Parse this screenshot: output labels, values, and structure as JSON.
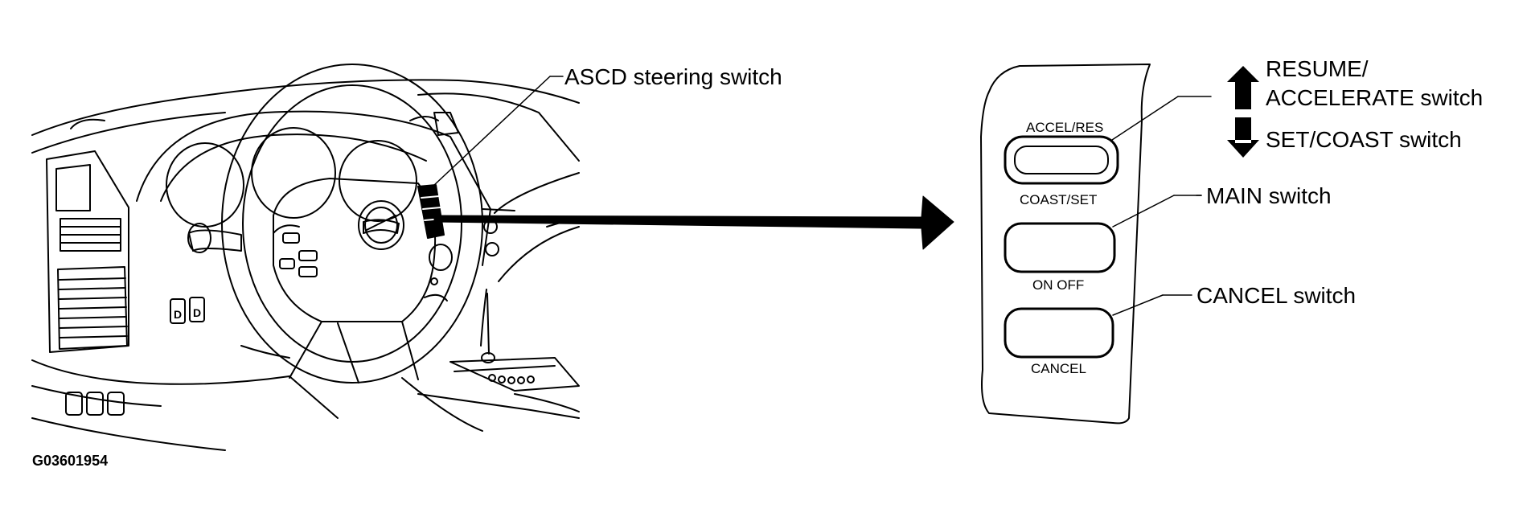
{
  "figure_id": "G03601954",
  "callouts": {
    "ascd_steering_switch": "ASCD steering switch",
    "resume_accelerate_line1": "RESUME/",
    "resume_accelerate_line2": "ACCELERATE switch",
    "set_coast": "SET/COAST switch",
    "main": "MAIN switch",
    "cancel": "CANCEL switch"
  },
  "switch_panel": {
    "accel_res_label": "ACCEL/RES",
    "coast_set_label": "COAST/SET",
    "on_off_label": "ON OFF",
    "cancel_label": "CANCEL"
  },
  "colors": {
    "ink": "#000000",
    "background": "#ffffff"
  }
}
